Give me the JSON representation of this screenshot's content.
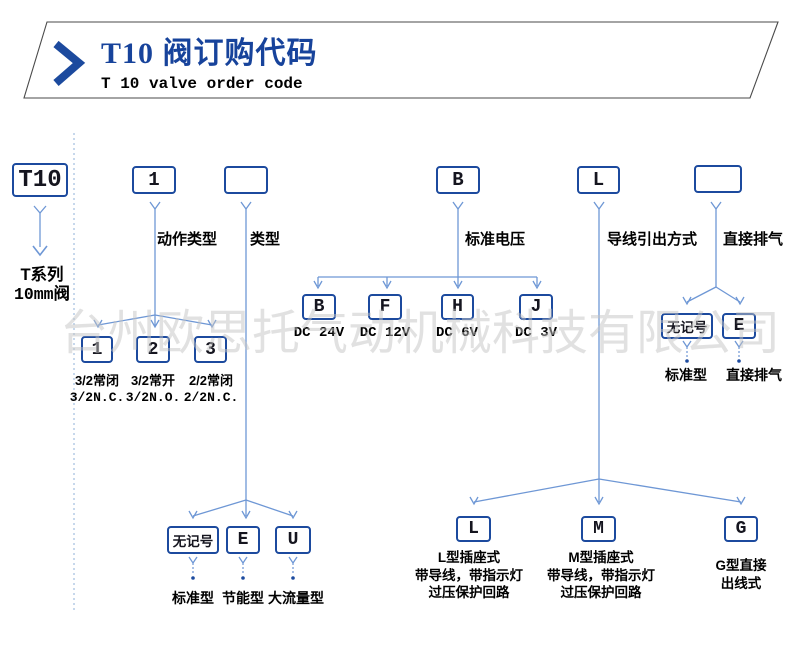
{
  "header": {
    "title": "T10 阀订购代码",
    "subtitle": "T 10 valve order code"
  },
  "watermark": "台州欧思托气动机械科技有限公司",
  "colors": {
    "accent_blue": "#1c4a9e",
    "line_blue": "#6e97d5",
    "title_blue": "#17439b",
    "separator_blue": "#b9cfe8",
    "watermark_gray": "#c4c4c4"
  },
  "diagram": {
    "root": {
      "code": "T10",
      "desc_line1": "T系列",
      "desc_line2": "10mm阀"
    },
    "columns": [
      {
        "code": "1",
        "label": "动作类型",
        "options": [
          {
            "code": "1",
            "desc": [
              "3/2常闭",
              "3/2N.C."
            ]
          },
          {
            "code": "2",
            "desc": [
              "3/2常开",
              "3/2N.O."
            ]
          },
          {
            "code": "3",
            "desc": [
              "2/2常闭",
              "2/2N.C."
            ]
          }
        ]
      },
      {
        "code": "",
        "label": "类型",
        "options": [
          {
            "code": "无记号",
            "desc": [
              "标准型"
            ]
          },
          {
            "code": "E",
            "desc": [
              "节能型"
            ]
          },
          {
            "code": "U",
            "desc": [
              "大流量型"
            ]
          }
        ]
      },
      {
        "code": "B",
        "label": "标准电压",
        "options": [
          {
            "code": "B",
            "desc": [
              "DC 24V"
            ]
          },
          {
            "code": "F",
            "desc": [
              "DC 12V"
            ]
          },
          {
            "code": "H",
            "desc": [
              "DC 6V"
            ]
          },
          {
            "code": "J",
            "desc": [
              "DC 3V"
            ]
          }
        ]
      },
      {
        "code": "L",
        "label": "导线引出方式",
        "options": [
          {
            "code": "L",
            "desc": [
              "L型插座式",
              "带导线，带指示灯",
              "过压保护回路"
            ]
          },
          {
            "code": "M",
            "desc": [
              "M型插座式",
              "带导线，带指示灯",
              "过压保护回路"
            ]
          },
          {
            "code": "G",
            "desc": [
              "G型直接",
              "出线式"
            ]
          }
        ]
      },
      {
        "code": "",
        "label": "直接排气",
        "options": [
          {
            "code": "无记号",
            "desc": [
              "标准型"
            ]
          },
          {
            "code": "E",
            "desc": [
              "直接排气"
            ]
          }
        ]
      }
    ]
  }
}
